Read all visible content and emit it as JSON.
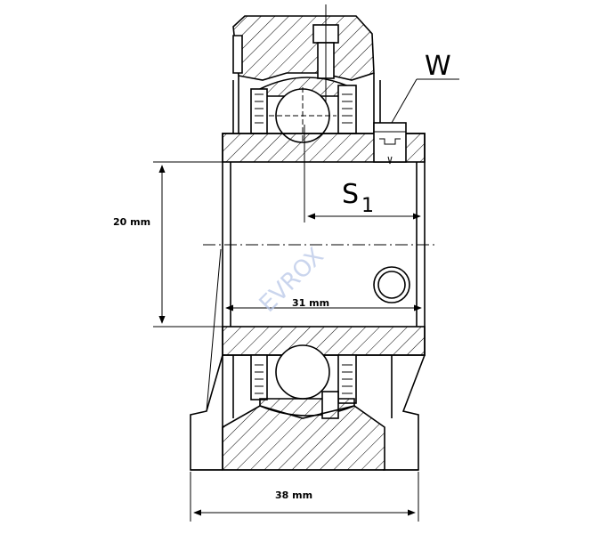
{
  "labels": {
    "w": "W",
    "s_main": "S",
    "s_sub": "1",
    "watermark": "EVROX"
  },
  "dimensions": {
    "height": "20 mm",
    "inner_width": "31 mm",
    "base_width": "38 mm"
  }
}
